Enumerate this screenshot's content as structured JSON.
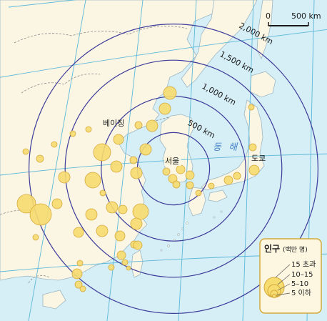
{
  "scale_bar": {
    "zero_label": "0",
    "length_label": "500 km"
  },
  "rings": [
    {
      "distance": 500,
      "label": "500 km"
    },
    {
      "distance": 1000,
      "label": "1,000 km"
    },
    {
      "distance": 1500,
      "label": "1,500 km"
    },
    {
      "distance": 2000,
      "label": "2,000 km"
    }
  ],
  "place_labels": {
    "beijing": "베이징",
    "seoul": "서울",
    "tokyo": "도쿄",
    "east_sea": "동 해"
  },
  "legend": {
    "title": "인구",
    "unit": "(백만 명)",
    "classes": [
      "15 초과",
      "10–15",
      "5–10",
      "5 이하"
    ]
  },
  "colors": {
    "sea": "#d6eef6",
    "land": "#fbf6e4",
    "ring": "#3d3c9a",
    "city_fill": "#f7dc6f",
    "city_stroke": "#d4a93a",
    "grid": "#5cb8d8",
    "border": "#8a8a8a",
    "label_blue": "#4a86c8"
  }
}
